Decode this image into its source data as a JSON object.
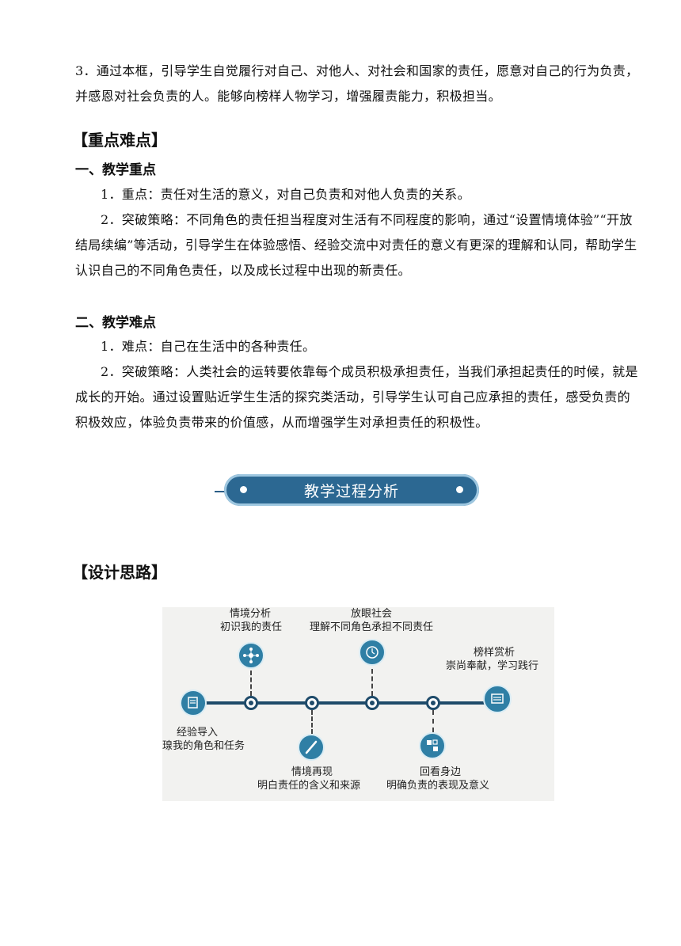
{
  "intro": {
    "paragraph3": "3．通过本框，引导学生自觉履行对自己、对他人、对社会和国家的责任，愿意对自己的行为负责，并感恩对社会负责的人。能够向榜样人物学习，增强履责能力，积极担当。"
  },
  "key_points": {
    "heading": "【重点难点】",
    "teaching_focus": {
      "heading": "一、教学重点",
      "item1": "1．重点：责任对生活的意义，对自己负责和对他人负责的关系。",
      "item2": "2．突破策略：不同角色的责任担当程度对生活有不同程度的影响，通过“设置情境体验”“开放结局续编”等活动，引导学生在体验感悟、经验交流中对责任的意义有更深的理解和认同，帮助学生认识自己的不同角色责任，以及成长过程中出现的新责任。"
    },
    "teaching_difficulty": {
      "heading": "二、教学难点",
      "item1": "1．难点：自己在生活中的各种责任。",
      "item2": "2．突破策略：人类社会的运转要依靠每个成员积极承担责任，当我们承担起责任的时候，就是成长的开始。通过设置贴近学生生活的探究类活动，引导学生认可自己应承担的责任，感受负责的积极效应，体验负责带来的价值感，从而增强学生对承担责任的积极性。"
    }
  },
  "banner": {
    "title": "教学过程分析"
  },
  "design": {
    "heading": "【设计思路】",
    "steps": [
      {
        "title": "经验导入",
        "subtitle": "瑔我的角色和任务",
        "icon": "document-icon"
      },
      {
        "title": "情境分析",
        "subtitle": "初识我的责任",
        "icon": "network-icon"
      },
      {
        "title": "情境再现",
        "subtitle": "明白责任的含义和来源",
        "icon": "pen-icon"
      },
      {
        "title": "放眼社会",
        "subtitle": "理解不同角色承担不同责任",
        "icon": "clock-icon"
      },
      {
        "title": "回看身边",
        "subtitle": "明确负责的表现及意义",
        "icon": "puzzle-icon"
      },
      {
        "title": "榜样赏析",
        "subtitle": "崇尚奉献，学习践行",
        "icon": "book-icon"
      }
    ]
  },
  "colors": {
    "banner": "#2c6892",
    "icon": "#2f7fa5",
    "timeline": "#1f4b6a"
  }
}
